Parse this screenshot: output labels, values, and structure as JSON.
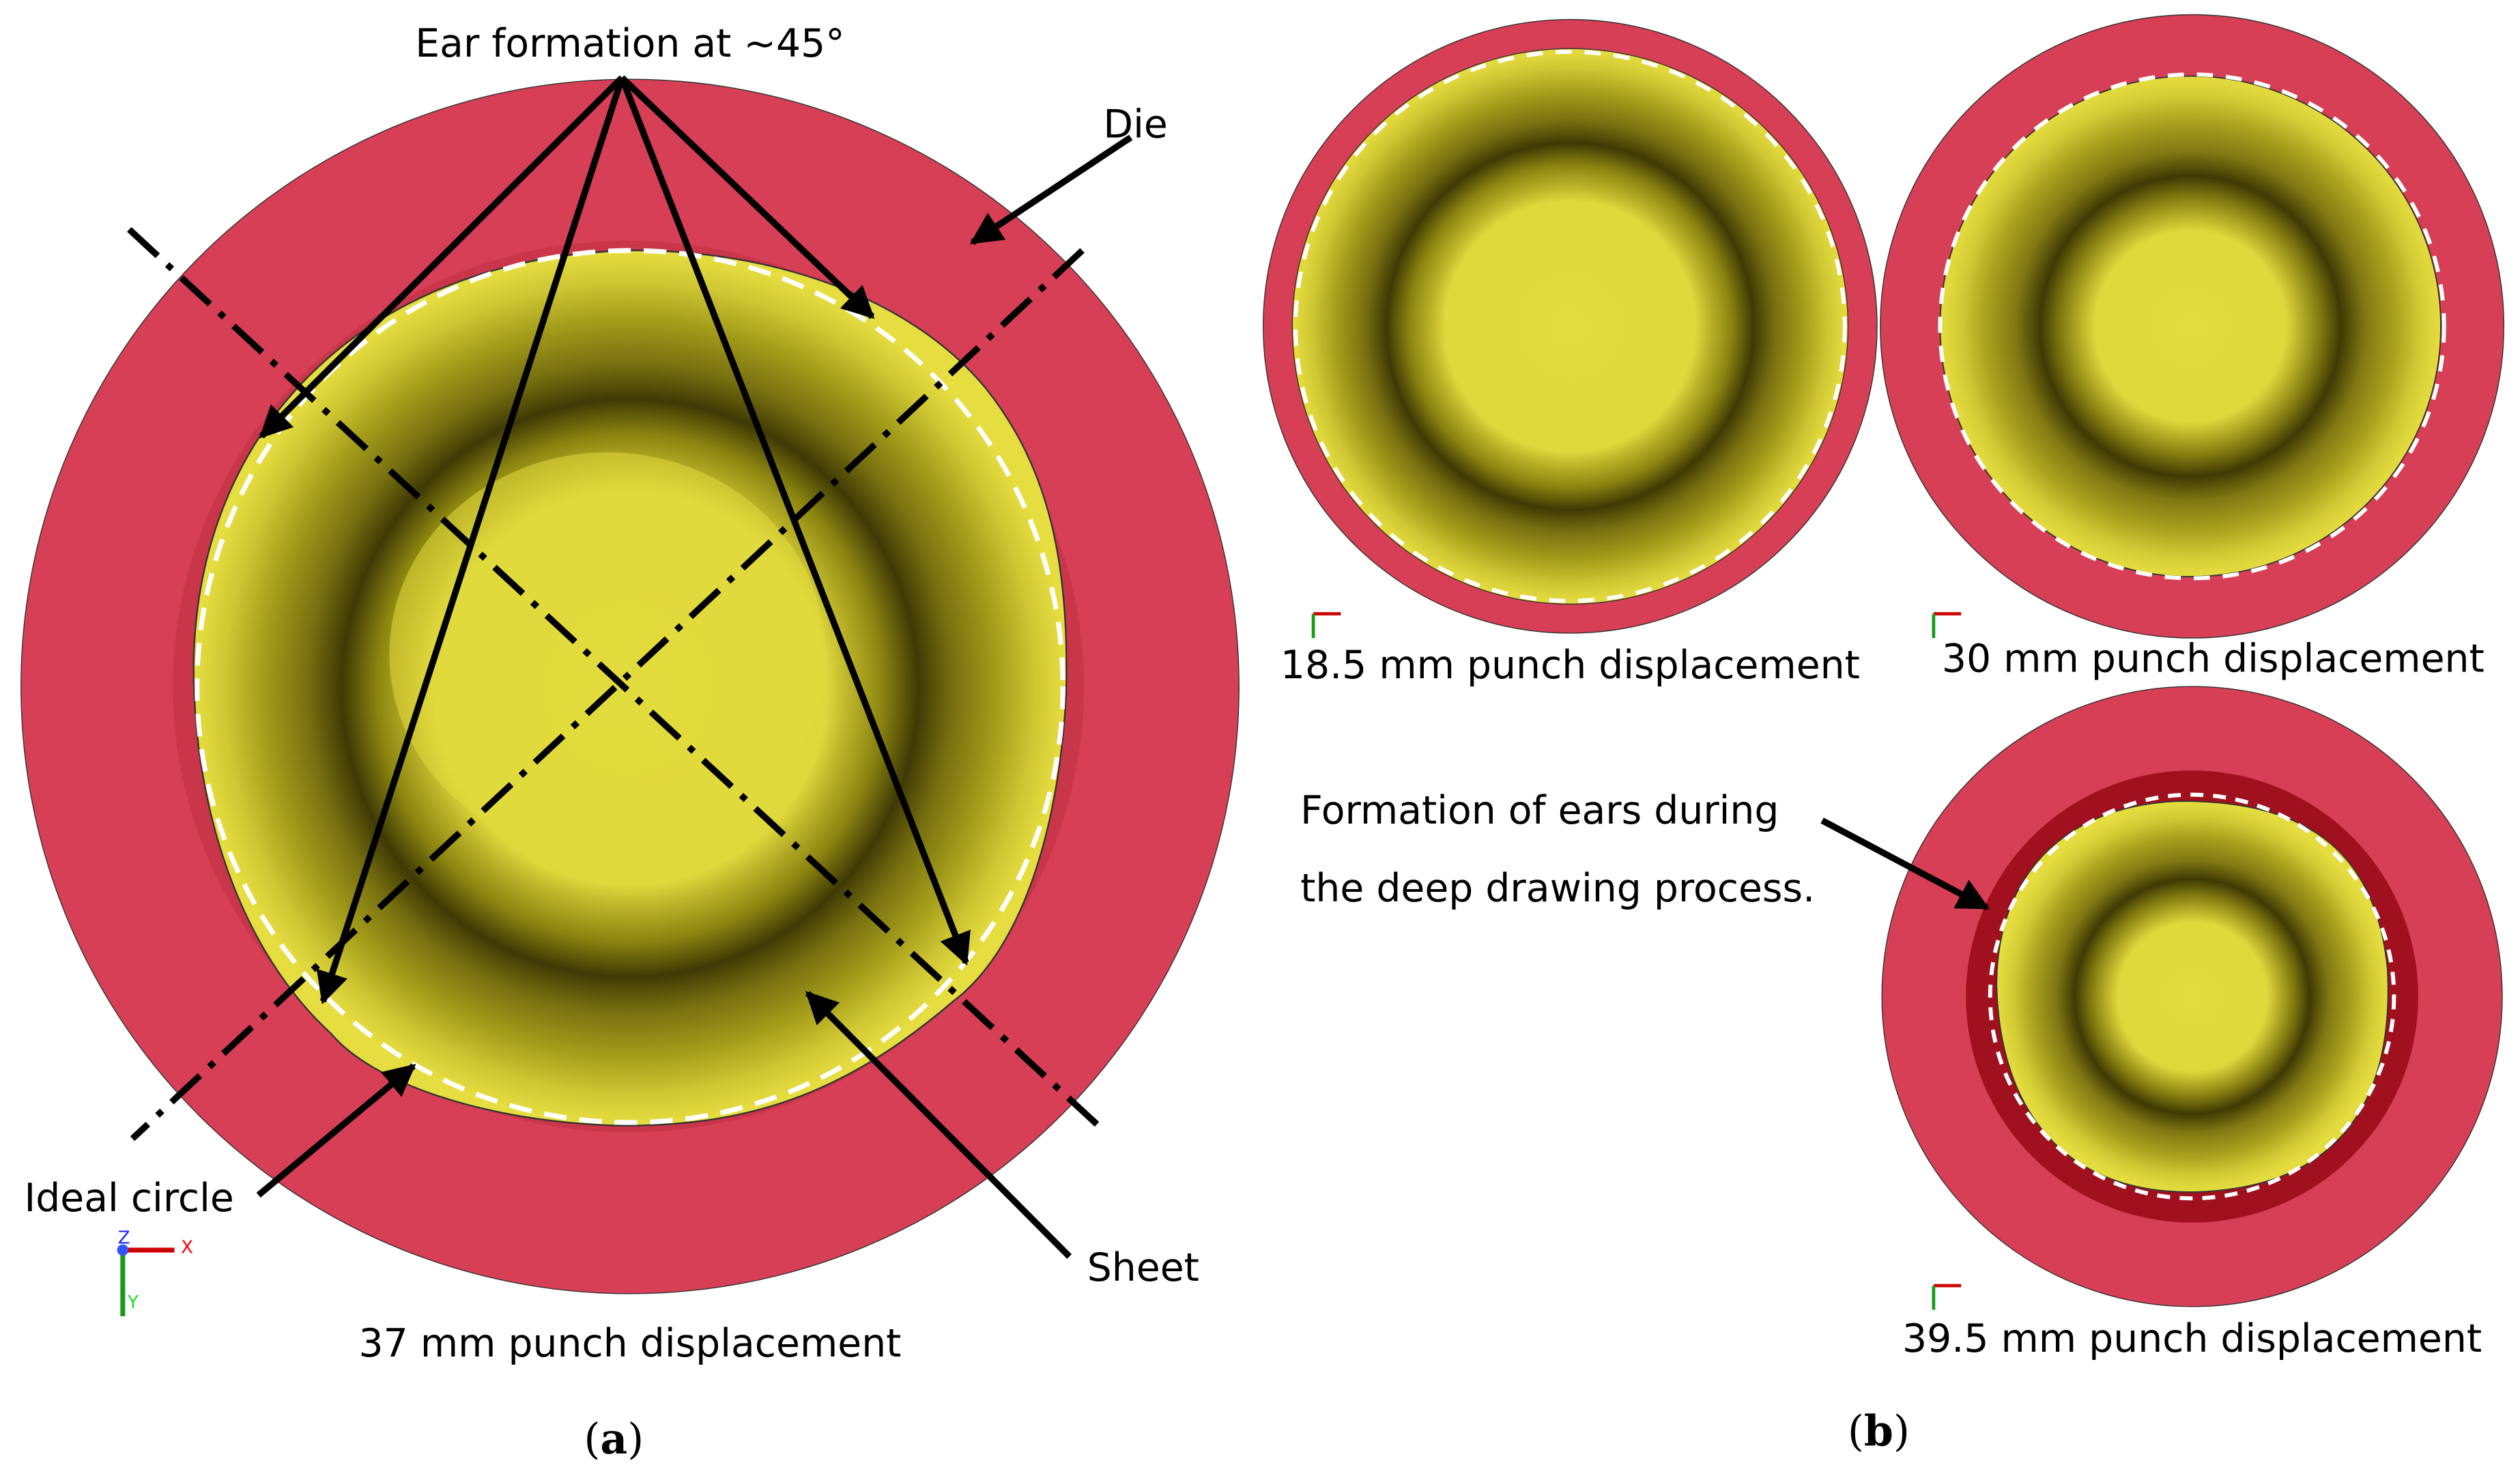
{
  "panel_a": {
    "ear_label": "Ear formation at ~45°",
    "die_label": "Die",
    "ideal_circle_label": "Ideal circle",
    "sheet_label": "Sheet",
    "caption": "37 mm punch displacement",
    "panel_label_open": "(",
    "panel_label_letter": "a",
    "panel_label_close": ")",
    "axis_triad": {
      "x": "X",
      "y": "Y",
      "z": "Z"
    }
  },
  "panel_b": {
    "caption_1": "18.5 mm punch displacement",
    "caption_2": "30 mm punch displacement",
    "caption_3": "39.5 mm punch displacement",
    "annotation_line1": "Formation of ears during",
    "annotation_line2": "the deep drawing process.",
    "panel_label_open": "(",
    "panel_label_letter": "b",
    "panel_label_close": ")"
  },
  "colors": {
    "die": "#d63f55",
    "sheet_light": "#e8e040",
    "sheet_dark": "#3e3a05",
    "ideal_circle": "#ffffff"
  }
}
